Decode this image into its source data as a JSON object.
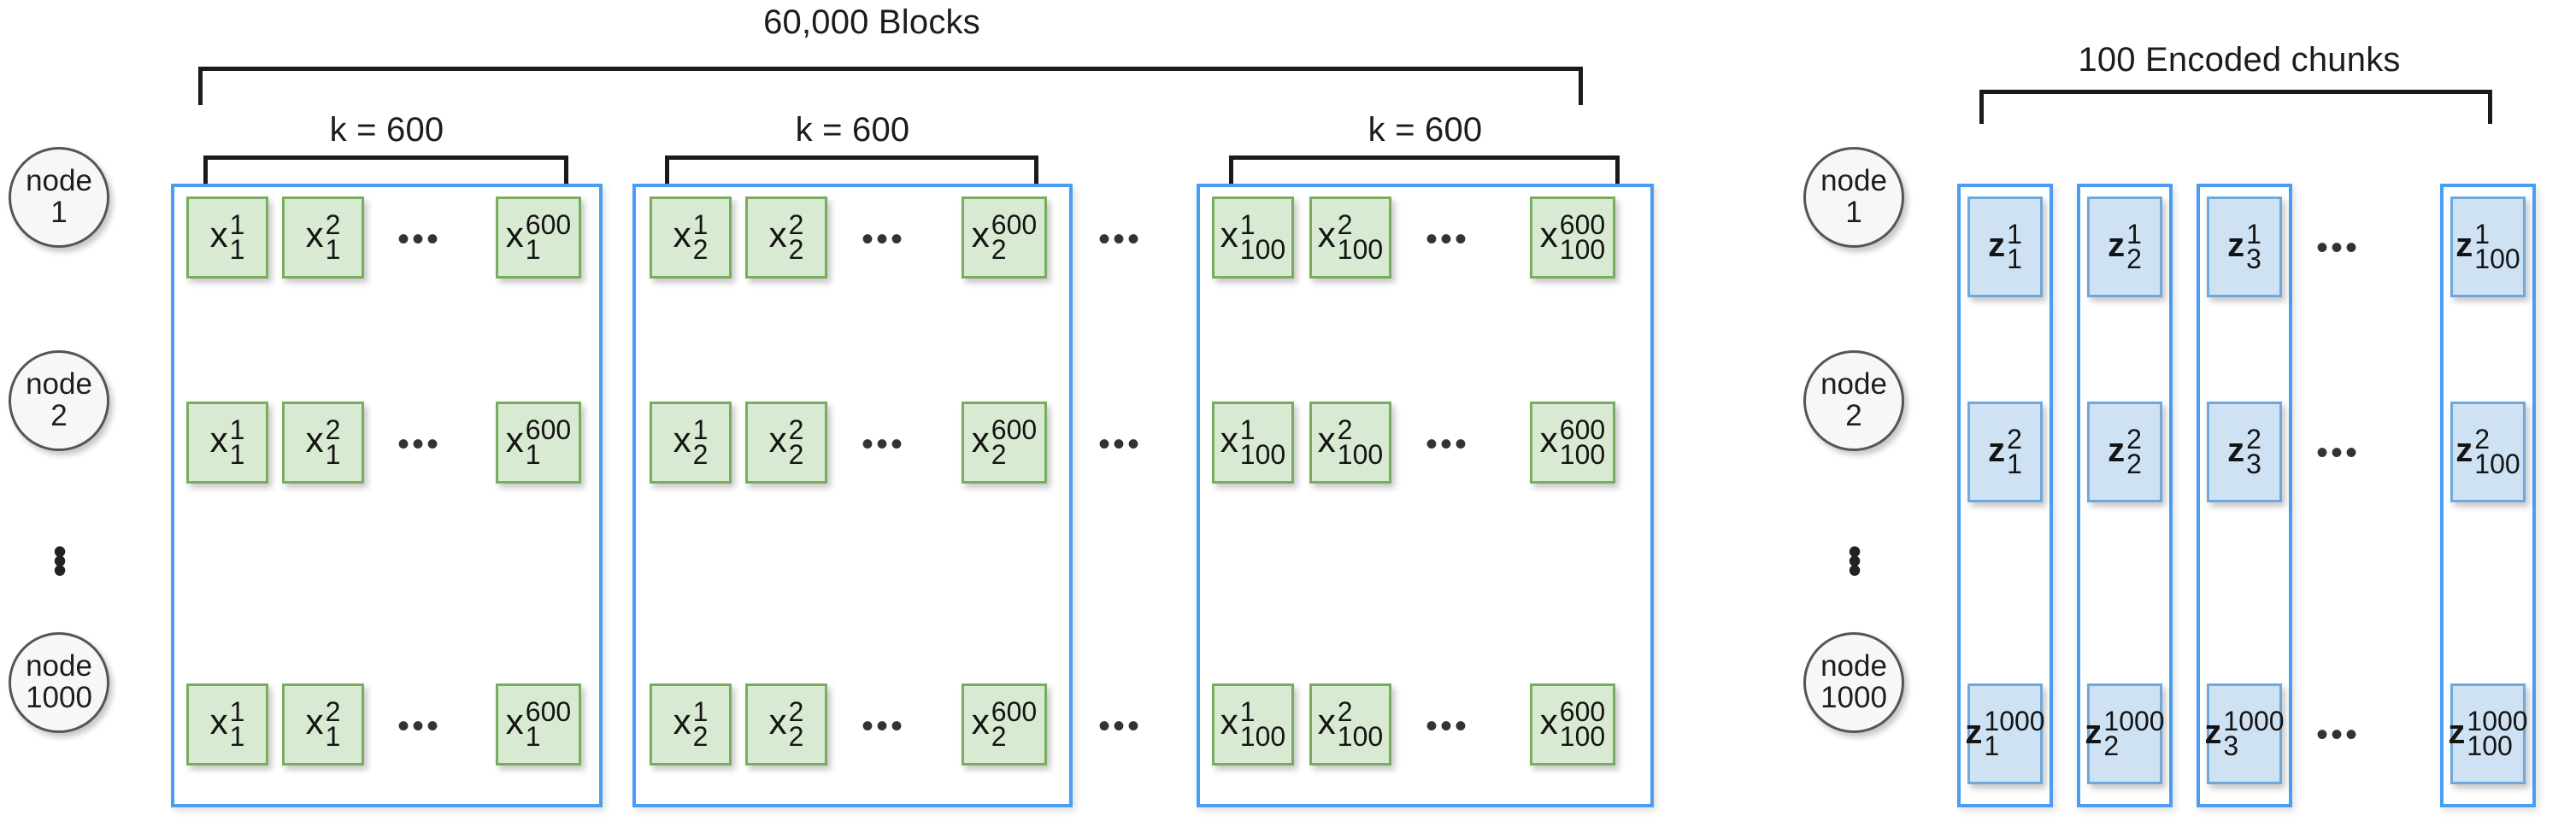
{
  "diagram": {
    "title_left": "60,000 Blocks",
    "title_right": "100 Encoded chunks",
    "group_label": "k = 600",
    "ellipsis_h": "•••",
    "vdot": "•",
    "colors": {
      "block_fill": "#d9ead3",
      "block_border": "#79ad5e",
      "chunk_fill": "#cfe2f3",
      "chunk_border": "#6fa8dc",
      "container_border": "#4a9df0",
      "node_fill": "#f7f7f7",
      "node_border": "#555555",
      "bracket": "#1a1a1a",
      "text": "#1c1c1c"
    }
  },
  "nodes": [
    {
      "word": "node",
      "num": "1"
    },
    {
      "word": "node",
      "num": "2"
    },
    {
      "word": "node",
      "num": "1000"
    }
  ],
  "left_panel": {
    "title": "60,000 Blocks",
    "groups": [
      {
        "label": "k = 600",
        "subscript": "1",
        "cells": [
          {
            "base": "x",
            "sup": "1",
            "sub": "1"
          },
          {
            "base": "x",
            "sup": "2",
            "sub": "1"
          },
          {
            "ellipsis": true
          },
          {
            "base": "x",
            "sup": "600",
            "sub": "1"
          }
        ]
      },
      {
        "label": "k = 600",
        "subscript": "2",
        "cells": [
          {
            "base": "x",
            "sup": "1",
            "sub": "2"
          },
          {
            "base": "x",
            "sup": "2",
            "sub": "2"
          },
          {
            "ellipsis": true
          },
          {
            "base": "x",
            "sup": "600",
            "sub": "2"
          }
        ]
      },
      {
        "label": "k = 600",
        "subscript": "100",
        "cells": [
          {
            "base": "x",
            "sup": "1",
            "sub": "100"
          },
          {
            "base": "x",
            "sup": "2",
            "sub": "100"
          },
          {
            "ellipsis": true
          },
          {
            "base": "x",
            "sup": "600",
            "sub": "100"
          }
        ]
      }
    ],
    "rows": [
      {
        "node": "1"
      },
      {
        "node": "2"
      },
      {
        "node": "1000"
      }
    ]
  },
  "right_panel": {
    "title": "100 Encoded chunks",
    "columns": [
      {
        "sub": "1"
      },
      {
        "sub": "2"
      },
      {
        "sub": "3"
      },
      {
        "ellipsis": true
      },
      {
        "sub": "100"
      }
    ],
    "rows": [
      {
        "sup": "1"
      },
      {
        "sup": "2"
      },
      {
        "sup": "1000"
      }
    ],
    "cells": [
      [
        {
          "base": "z",
          "sup": "1",
          "sub": "1"
        },
        {
          "base": "z",
          "sup": "1",
          "sub": "2"
        },
        {
          "base": "z",
          "sup": "1",
          "sub": "3"
        },
        {
          "base": "z",
          "sup": "1",
          "sub": "100"
        }
      ],
      [
        {
          "base": "z",
          "sup": "2",
          "sub": "1"
        },
        {
          "base": "z",
          "sup": "2",
          "sub": "2"
        },
        {
          "base": "z",
          "sup": "2",
          "sub": "3"
        },
        {
          "base": "z",
          "sup": "2",
          "sub": "100"
        }
      ],
      [
        {
          "base": "z",
          "sup": "1000",
          "sub": "1"
        },
        {
          "base": "z",
          "sup": "1000",
          "sub": "2"
        },
        {
          "base": "z",
          "sup": "1000",
          "sub": "3"
        },
        {
          "base": "z",
          "sup": "1000",
          "sub": "100"
        }
      ]
    ]
  }
}
